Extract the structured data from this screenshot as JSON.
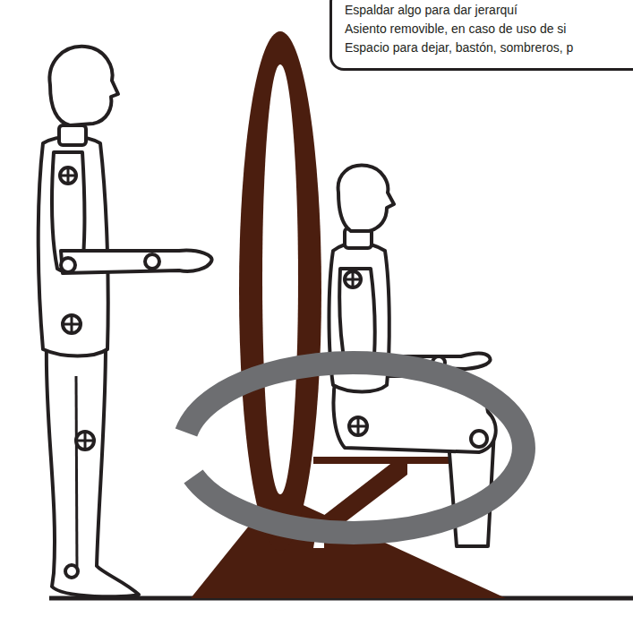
{
  "diagram": {
    "nodes": [
      {
        "text": [
          "Espaldar algo para dar jerarquí",
          "Asiento removible, en caso de uso de si",
          "Espacio para dejar, bastón, sombreros, p"
        ]
      }
    ]
  }
}
